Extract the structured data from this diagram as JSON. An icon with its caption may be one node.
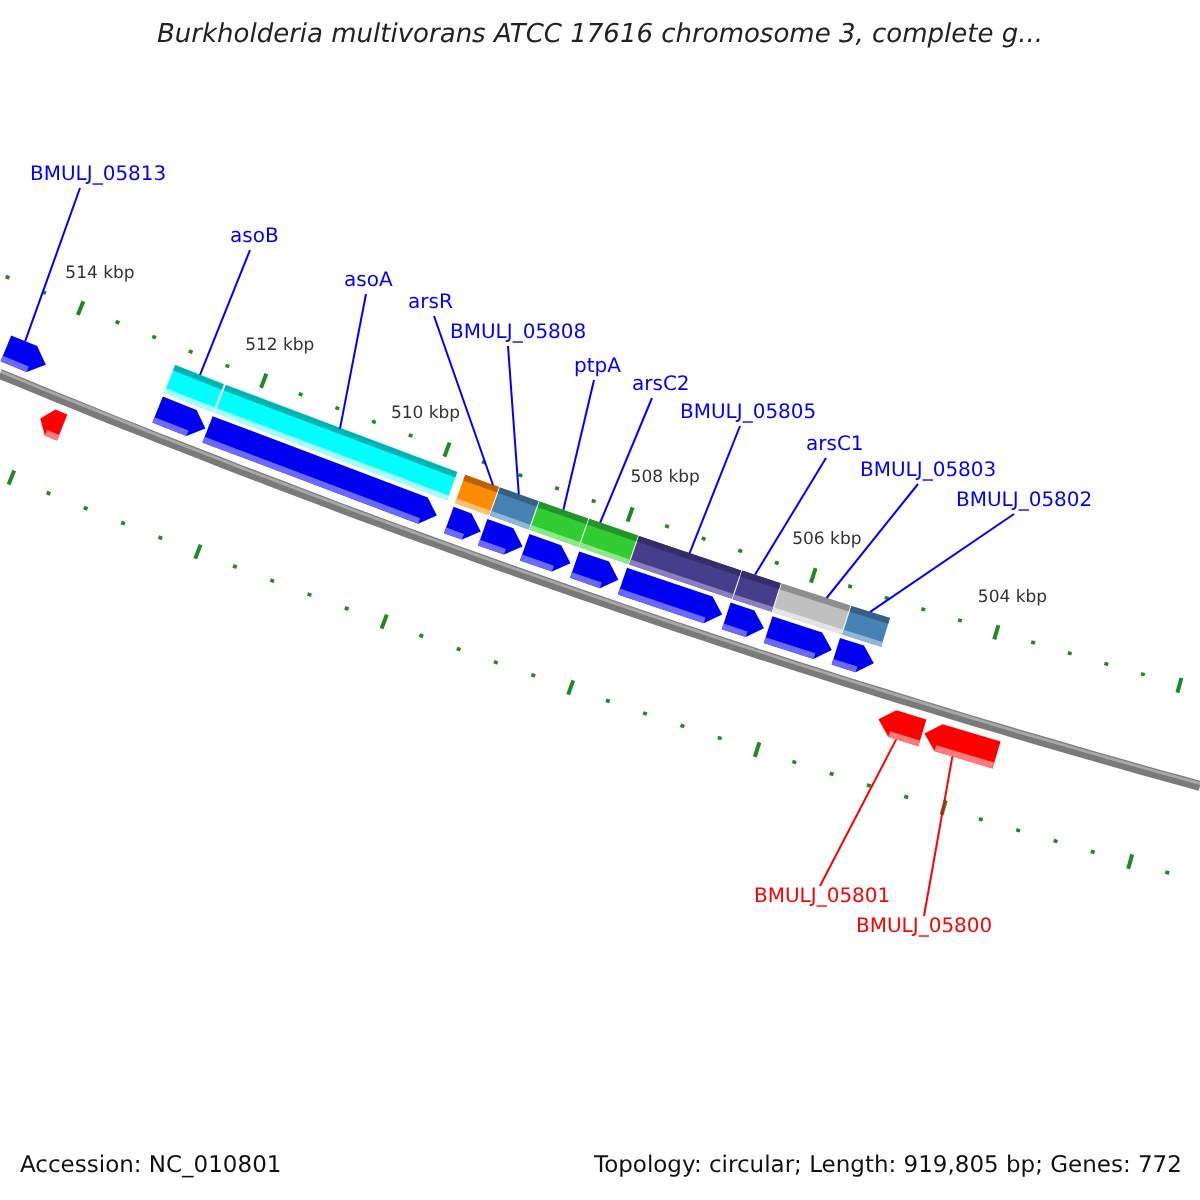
{
  "diagram": {
    "title": "Burkholderia multivorans ATCC 17616 chromosome 3, complete g...",
    "nodes": [
      {
        "text": [
          "BMULJ_05813"
        ]
      },
      {
        "text": [
          "asoB"
        ]
      },
      {
        "text": [
          "asoA"
        ]
      },
      {
        "text": [
          "arsR"
        ]
      },
      {
        "text": [
          "BMULJ_05808"
        ]
      },
      {
        "text": [
          "ptpA"
        ]
      },
      {
        "text": [
          "arsC2"
        ]
      },
      {
        "text": [
          "BMULJ_05805"
        ]
      },
      {
        "text": [
          "arsC1"
        ]
      },
      {
        "text": [
          "BMULJ_05803"
        ]
      },
      {
        "text": [
          "BMULJ_05802"
        ]
      },
      {
        "text": [
          "BMULJ_05801"
        ]
      },
      {
        "text": [
          "BMULJ_05800"
        ]
      },
      {
        "text": [],
        "shape": "pentagon"
      },
      {
        "text": [],
        "shape": "pentagon"
      },
      {
        "text": [],
        "shape": "pentagon"
      },
      {
        "text": [],
        "shape": "pentagon"
      },
      {
        "text": [],
        "shape": "pentagon"
      },
      {
        "text": [],
        "shape": "pentagon"
      },
      {
        "text": [],
        "shape": "pentagon"
      },
      {
        "text": [],
        "shape": "pentagon"
      },
      {
        "text": [],
        "shape": "pentagon"
      },
      {
        "text": [],
        "shape": "pentagon"
      },
      {
        "text": [],
        "shape": "pentagon"
      },
      {
        "text": [],
        "shape": "pentagon"
      },
      {
        "text": [],
        "shape": "pentagon"
      },
      {
        "text": [],
        "shape": "pentagon"
      },
      {
        "text": [],
        "shape": "bar"
      },
      {
        "text": [],
        "shape": "bar"
      },
      {
        "text": [],
        "shape": "bar"
      },
      {
        "text": [],
        "shape": "bar"
      },
      {
        "text": [],
        "shape": "bar"
      },
      {
        "text": [],
        "shape": "bar"
      },
      {
        "text": [],
        "shape": "bar"
      },
      {
        "text": [],
        "shape": "bar"
      },
      {
        "text": [],
        "shape": "bar"
      },
      {
        "text": [],
        "shape": "bar"
      }
    ],
    "edges": [
      {
        "from": 0,
        "to": 13,
        "arrow": "none"
      },
      {
        "from": 1,
        "to": 27,
        "arrow": "none"
      },
      {
        "from": 2,
        "to": 28,
        "arrow": "none"
      },
      {
        "from": 3,
        "to": 29,
        "arrow": "none"
      },
      {
        "from": 4,
        "to": 30,
        "arrow": "none"
      },
      {
        "from": 5,
        "to": 31,
        "arrow": "none"
      },
      {
        "from": 6,
        "to": 32,
        "arrow": "none"
      },
      {
        "from": 7,
        "to": 33,
        "arrow": "none"
      },
      {
        "from": 8,
        "to": 34,
        "arrow": "none"
      },
      {
        "from": 9,
        "to": 35,
        "arrow": "none"
      },
      {
        "from": 10,
        "to": 36,
        "arrow": "none"
      },
      {
        "from": 11,
        "to": 25,
        "arrow": "none",
        "color": "#ff0000"
      },
      {
        "from": 12,
        "to": 26,
        "arrow": "none",
        "color": "#ff0000"
      }
    ],
    "labels": [
      "514 kbp",
      "512 kbp",
      "510 kbp",
      "508 kbp",
      "506 kbp",
      "504 kbp",
      "Accession: NC_010801",
      "Topology: circular; Length: 919,805 bp; Genes: 772"
    ]
  }
}
